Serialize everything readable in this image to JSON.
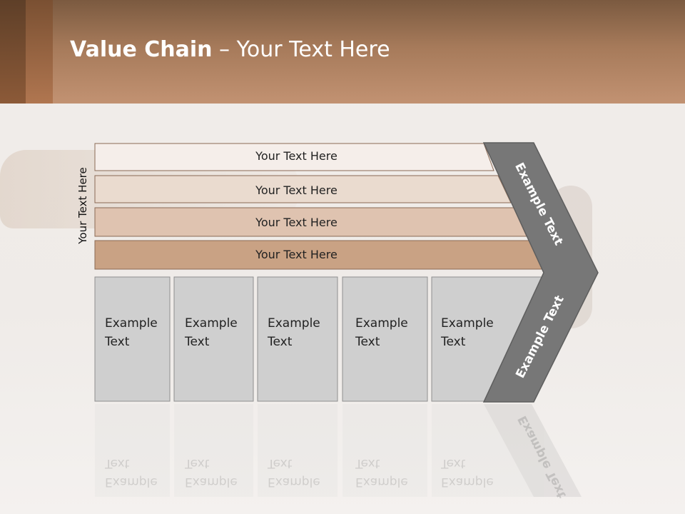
{
  "slide": {
    "title_bold": "Value Chain",
    "title_rest": " – Your Text Here",
    "side_label": "Your Text Here"
  },
  "bars": [
    {
      "label": "Your Text Here",
      "color": "#f5eeea"
    },
    {
      "label": "Your Text Here",
      "color": "#eadbcf"
    },
    {
      "label": "Your Text Here",
      "color": "#dfc3b0"
    },
    {
      "label": "Your Text Here",
      "color": "#c9a284"
    }
  ],
  "boxes": [
    {
      "line1": "Example",
      "line2": "Text"
    },
    {
      "line1": "Example",
      "line2": "Text"
    },
    {
      "line1": "Example",
      "line2": "Text"
    },
    {
      "line1": "Example",
      "line2": "Text"
    },
    {
      "line1": "Example",
      "line2": "Text"
    }
  ],
  "chevron": {
    "upper_label": "Example Text",
    "lower_label": "Example Text",
    "color": "#777777"
  }
}
